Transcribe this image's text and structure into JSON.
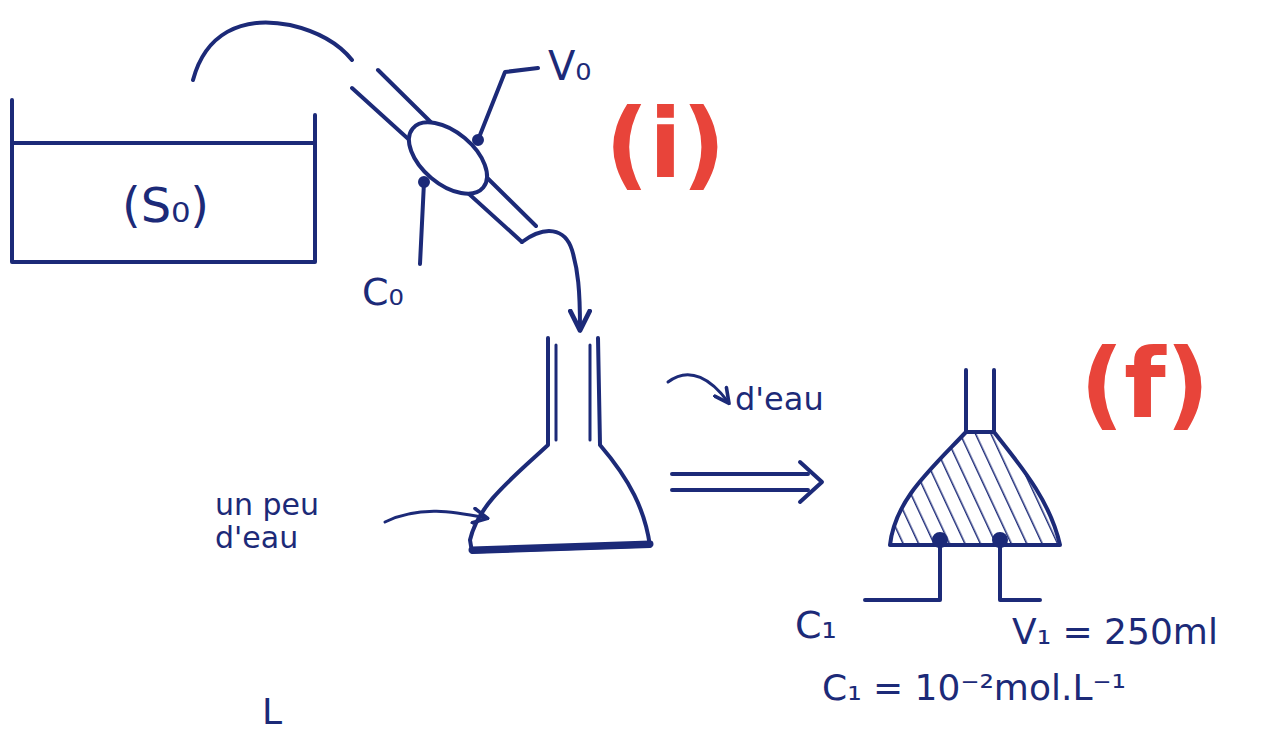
{
  "diagram": {
    "nodes": [
      {
        "text": [
          "(S₀)"
        ]
      }
    ],
    "labels": [
      "V₀",
      "C₀",
      "(i)",
      "un peu d'eau",
      "d'eau",
      "(f)",
      "C₁",
      "V₁ = 250ml",
      "C₁ = 10⁻²mol.L⁻¹",
      "L"
    ]
  }
}
